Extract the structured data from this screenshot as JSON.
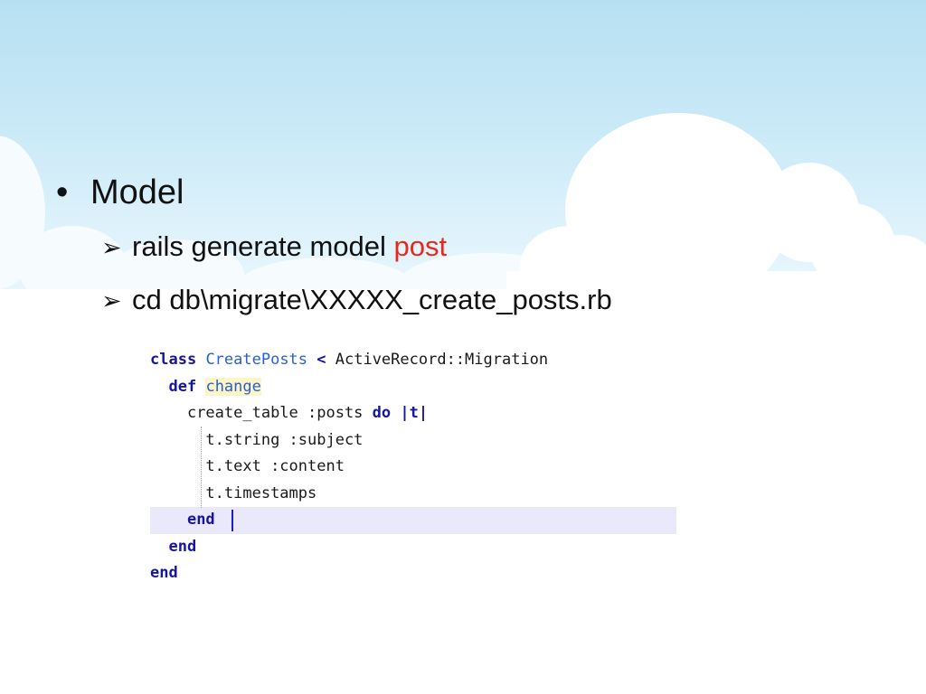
{
  "slide": {
    "bullet": {
      "symbol": "•",
      "text": "Model"
    },
    "sub_bullets": [
      {
        "arrow": "➢",
        "text": "rails generate model ",
        "highlight": "post",
        "highlight_color": "#e8281c"
      },
      {
        "arrow": "➢",
        "text": "cd db\\migrate\\XXXXX_create_posts.rb"
      }
    ]
  },
  "code": {
    "line1": {
      "kw": "class",
      "cls": "CreatePosts",
      "op": " < ",
      "rest": "ActiveRecord::Migration"
    },
    "line2": {
      "indent": "  ",
      "kw": "def",
      "method": "change"
    },
    "line3": {
      "indent": "    ",
      "text": "create_table :posts ",
      "kw": "do",
      "rest": " |t|"
    },
    "line4": {
      "indent": "      ",
      "text": "t.string :subject"
    },
    "line5": {
      "indent": "      ",
      "text": "t.text :content"
    },
    "line6": {
      "indent": "      ",
      "text": "t.timestamps"
    },
    "line7": {
      "indent": "    ",
      "kw": "end"
    },
    "line8": {
      "indent": "  ",
      "kw": "end"
    },
    "line9": {
      "indent": "",
      "kw": "end"
    }
  },
  "colors": {
    "sky_top": "#b6e0f2",
    "keyword": "#1515a0",
    "class_name": "#2a5fd0",
    "highlight_line": "#e9e9fb"
  }
}
